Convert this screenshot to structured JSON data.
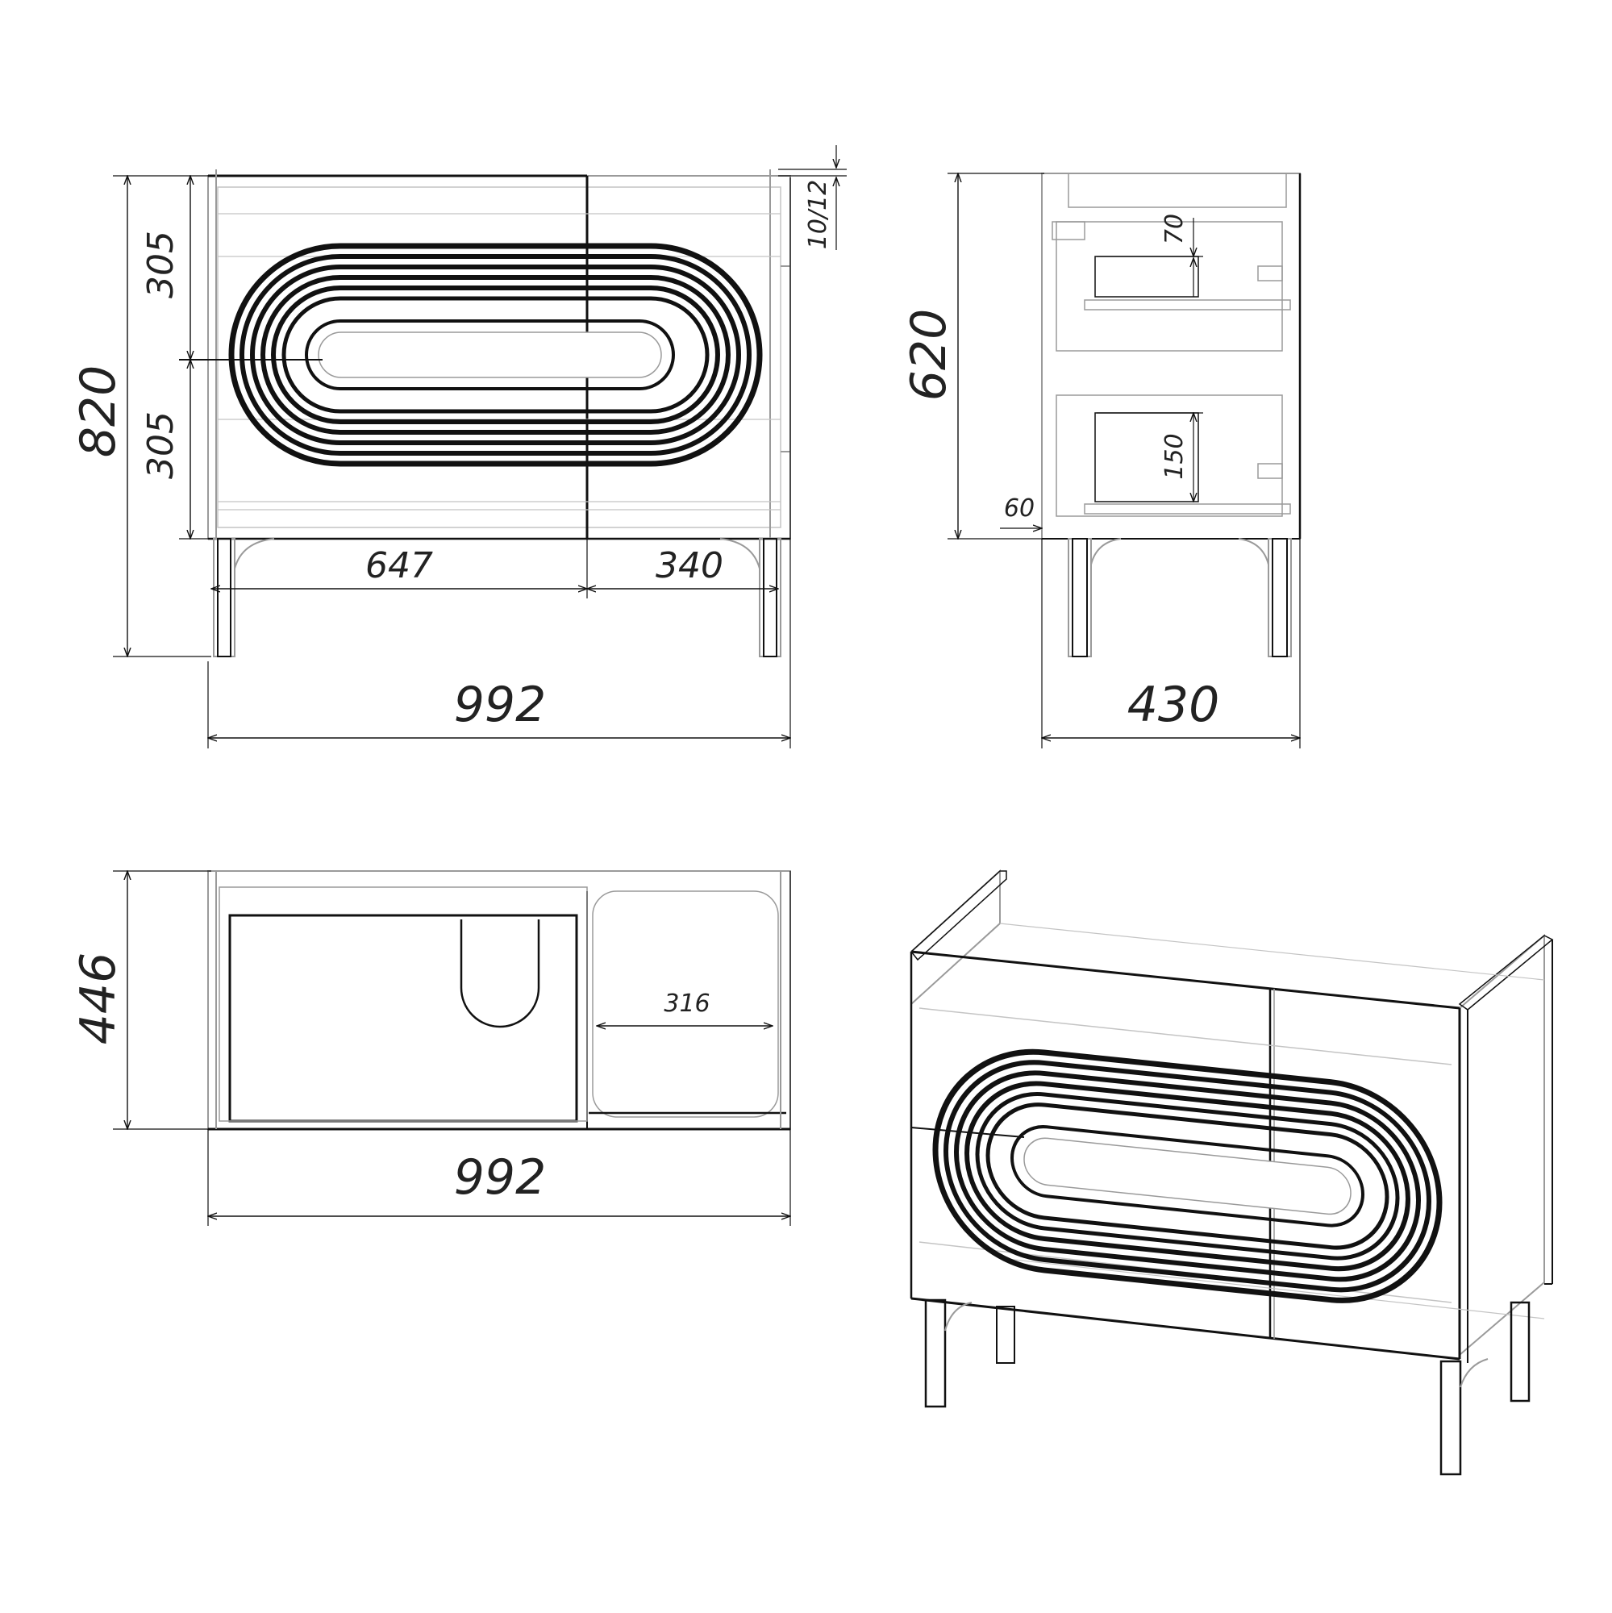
{
  "front_view": {
    "height_total": "820",
    "height_upper": "305",
    "height_lower": "305",
    "width_total": "992",
    "width_left": "647",
    "width_right": "340",
    "top_thickness": "10/12"
  },
  "side_view": {
    "height": "620",
    "depth": "430",
    "drawer_top_gap": "70",
    "drawer_bottom_gap": "150",
    "offset": "60"
  },
  "top_view": {
    "depth": "446",
    "width": "992",
    "inner_width": "316"
  },
  "colors": {
    "outline": "#111111",
    "hidden_line": "#9a9a9a",
    "background": "#ffffff"
  }
}
